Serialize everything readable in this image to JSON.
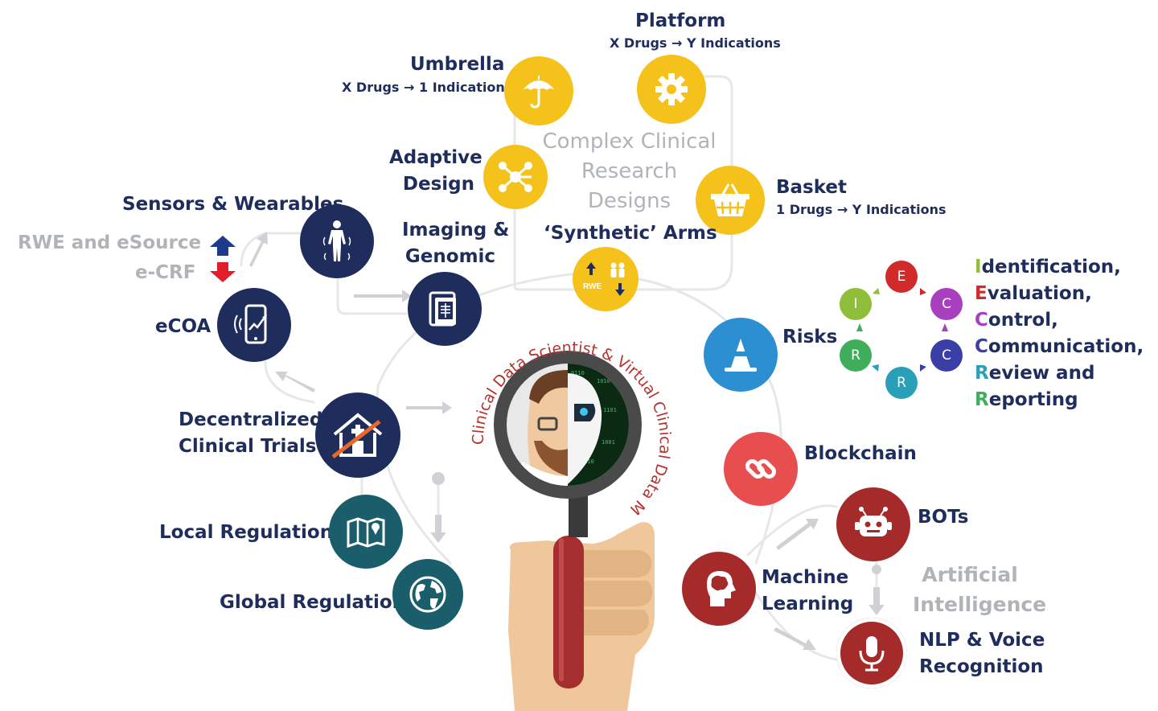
{
  "center": {
    "arc_text": "Clinical Data Scientist & Virtual Clinical Data Manager"
  },
  "complex": {
    "title_lines": [
      "Complex Clinical",
      "Research",
      "Designs"
    ],
    "umbrella": {
      "title": "Umbrella",
      "sub": "X Drugs → 1 Indication"
    },
    "platform": {
      "title": "Platform",
      "sub": "X Drugs → Y Indications"
    },
    "adaptive": {
      "line1": "Adaptive",
      "line2": "Design"
    },
    "basket": {
      "title": "Basket",
      "sub": "1 Drugs → Y Indications"
    },
    "synthetic": {
      "title": "‘Synthetic’ Arms",
      "icon_text": "RWE"
    }
  },
  "left": {
    "sensors": "Sensors & Wearables",
    "rwe": "RWE and eSource",
    "ecrf": "e-CRF",
    "imaging": {
      "line1": "Imaging &",
      "line2": "Genomic"
    },
    "ecoa": "eCOA",
    "dct": {
      "line1": "Decentralized",
      "line2": "Clinical Trials"
    },
    "local": "Local Regulations",
    "global": "Global Regulations"
  },
  "right": {
    "risks": "Risks",
    "cycle_letters": [
      "E",
      "C",
      "C",
      "R",
      "R",
      "I"
    ],
    "cycle_colors": [
      "#d12a2a",
      "#a83fbf",
      "#3a3fa8",
      "#2aa0b8",
      "#3fae5a",
      "#8fbf3a"
    ],
    "risk_steps": [
      {
        "initial": "I",
        "rest": "dentification,",
        "color": "#8fbf3a"
      },
      {
        "initial": "E",
        "rest": "valuation,",
        "color": "#d12a2a"
      },
      {
        "initial": "C",
        "rest": "ontrol,",
        "color": "#a83fbf"
      },
      {
        "initial": "C",
        "rest": "ommunication,",
        "color": "#3a3fa8"
      },
      {
        "initial": "R",
        "rest": "eview and",
        "color": "#2aa0b8"
      },
      {
        "initial": "R",
        "rest": "eporting",
        "color": "#3fae5a"
      }
    ],
    "blockchain": "Blockchain",
    "bots": "BOTs",
    "ml": {
      "line1": "Machine",
      "line2": "Learning"
    },
    "ai": {
      "line1": "Artificial",
      "line2": "Intelligence"
    },
    "nlp": {
      "line1": "NLP & Voice",
      "line2": "Recognition"
    }
  }
}
